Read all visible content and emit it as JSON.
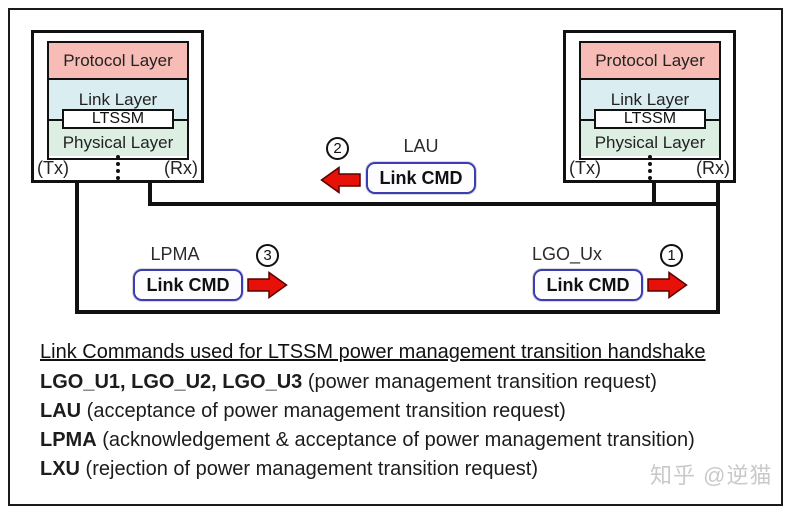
{
  "device_labels": {
    "protocol": "Protocol Layer",
    "link": "Link Layer",
    "ltssm": "LTSSM",
    "physical": "Physical Layer",
    "tx": "(Tx)",
    "rx": "(Rx)"
  },
  "messages": [
    {
      "step": "1",
      "label": "LGO_Ux",
      "cmd": "Link CMD",
      "direction": "right"
    },
    {
      "step": "2",
      "label": "LAU",
      "cmd": "Link CMD",
      "direction": "left"
    },
    {
      "step": "3",
      "label": "LPMA",
      "cmd": "Link CMD",
      "direction": "right"
    }
  ],
  "legend": {
    "title": "Link Commands used for LTSSM power management transition handshake",
    "entries": [
      {
        "term": "LGO_U1, LGO_U2, LGO_U3",
        "desc": " (power management transition request)"
      },
      {
        "term": "LAU",
        "desc": " (acceptance of power management transition request)"
      },
      {
        "term": "LPMA",
        "desc": " (acknowledgement & acceptance of power management transition)"
      },
      {
        "term": "LXU",
        "desc": " (rejection of power management transition request)"
      }
    ]
  },
  "watermark": "知乎 @逆猫",
  "colors": {
    "protocol": "#f6bcb5",
    "link": "#daeef2",
    "physical": "#dcefe2",
    "arrow": "#e81109",
    "cmd_border": "#3c3cb4",
    "watermark": "#c9c9c9"
  }
}
